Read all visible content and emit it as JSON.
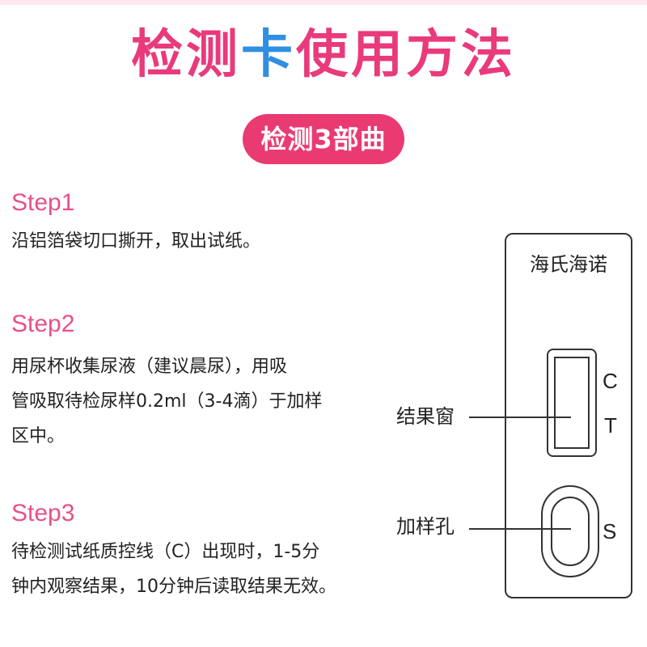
{
  "title": {
    "part1": "检测",
    "part2": "卡",
    "part3": "使用方法"
  },
  "badge": "检测3部曲",
  "steps": [
    {
      "label": "Step1",
      "lines": [
        "沿铝箔袋切口撕开，取出试纸。"
      ]
    },
    {
      "label": "Step2",
      "lines": [
        "用尿杯收集尿液（建议晨尿），用吸",
        "管吸取待检尿样0.2ml（3-4滴）于加样",
        "区中。"
      ]
    },
    {
      "label": "Step3",
      "lines": [
        "待检测试纸质控线（C）出现时，1-5分",
        "钟内观察结果，10分钟后读取结果无效。"
      ]
    }
  ],
  "card": {
    "brand": "海氏海诺",
    "c_mark": "C",
    "t_mark": "T",
    "s_mark": "S",
    "result_window_label": "结果窗",
    "sample_well_label": "加样孔"
  },
  "colors": {
    "pink": "#e93a7c",
    "blue": "#2f8fe0",
    "badge": "#ea3a72",
    "step_label": "#e84f8c"
  }
}
